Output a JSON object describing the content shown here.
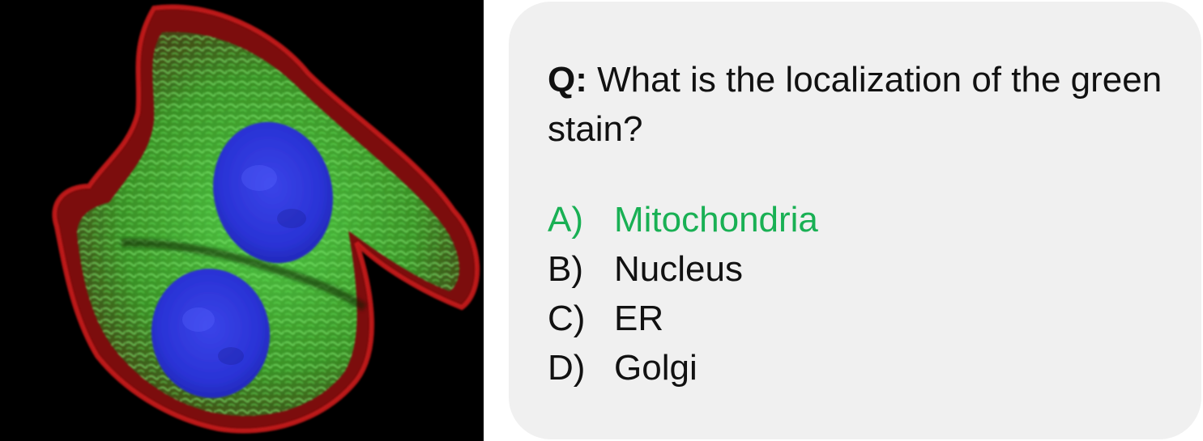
{
  "colors": {
    "card_background": "#f0f0f0",
    "correct_answer": "#19b054",
    "text": "#111111",
    "stain_nucleus": "#2f3ff0",
    "stain_mitochondria": "#3ccf3a",
    "stain_actin": "#d01a1a"
  },
  "image": {
    "alt": "",
    "icon": "fluorescence-micrograph"
  },
  "question": {
    "prefix": "Q:",
    "text": "What is the localization of the green stain?"
  },
  "options": [
    {
      "letter": "A)",
      "label": "Mitochondria",
      "correct": true
    },
    {
      "letter": "B)",
      "label": "Nucleus",
      "correct": false
    },
    {
      "letter": "C)",
      "label": "ER",
      "correct": false
    },
    {
      "letter": "D)",
      "label": "Golgi",
      "correct": false
    }
  ]
}
